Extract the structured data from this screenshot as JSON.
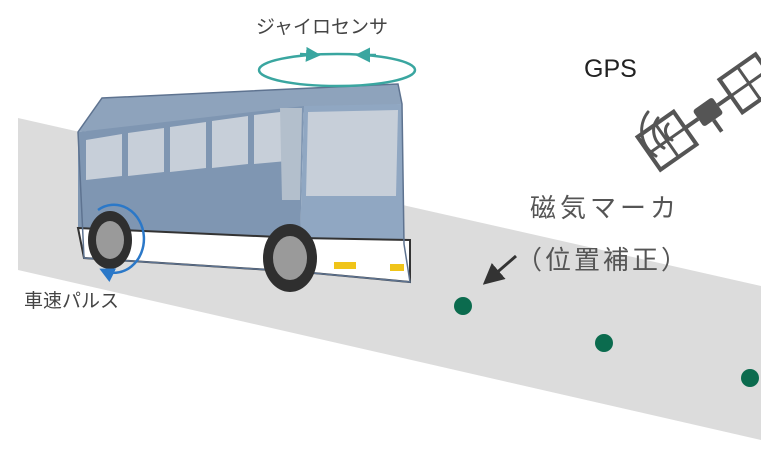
{
  "labels": {
    "gyro_sensor": "ジャイロセンサ",
    "gps": "GPS",
    "magnetic_marker": "磁気マーカ",
    "position_correction": "（位置補正）",
    "speed_pulse": "車速パルス"
  },
  "colors": {
    "road": "#dcdcdc",
    "bus_body": "#7f96b2",
    "bus_lower": "#ffffff",
    "bus_windows": "#c7cfd9",
    "marker": "#0b6b4e",
    "gyro_arrow": "#3aa6a0",
    "speed_arrow": "#2b78c8",
    "satellite": "#555555",
    "headlight": "#f0c419"
  },
  "icons": {
    "satellite": "gps-satellite-icon",
    "bus": "bus-icon"
  },
  "marker_count": 3
}
